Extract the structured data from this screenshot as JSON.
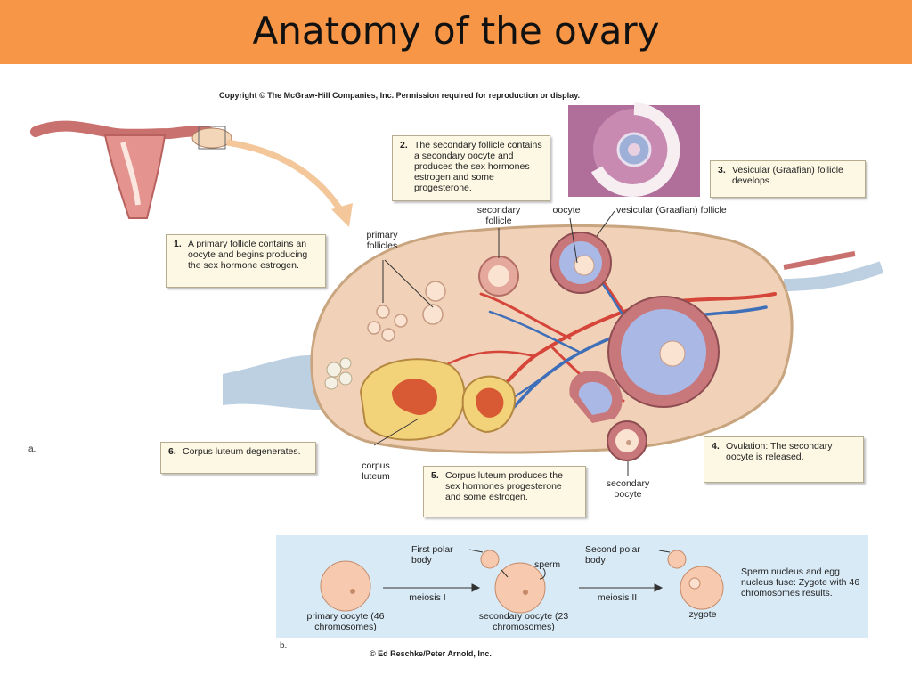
{
  "title": "Anatomy of the ovary",
  "copyright": "Copyright © The McGraw-Hill Companies, Inc. Permission required for reproduction or display.",
  "credit": "© Ed Reschke/Peter Arnold, Inc.",
  "panel_a": {
    "letter": "a.",
    "steps": [
      {
        "num": "1.",
        "text": "A primary follicle contains an oocyte and begins producing the sex hormone estrogen."
      },
      {
        "num": "2.",
        "text": "The secondary follicle contains a secondary oocyte and produces the sex hormones estrogen and some progesterone."
      },
      {
        "num": "3.",
        "text": "Vesicular (Graafian) follicle develops."
      },
      {
        "num": "4.",
        "text": "Ovulation: The secondary oocyte is released."
      },
      {
        "num": "5.",
        "text": "Corpus luteum produces the sex hormones progesterone and some estrogen."
      },
      {
        "num": "6.",
        "text": "Corpus luteum degenerates."
      }
    ],
    "labels": {
      "primary_follicles": "primary follicles",
      "secondary_follicle": "secondary follicle",
      "oocyte": "oocyte",
      "vesicular_follicle": "vesicular (Graafian) follicle",
      "corpus_luteum": "corpus luteum",
      "secondary_oocyte": "secondary oocyte"
    }
  },
  "panel_b": {
    "letter": "b.",
    "primary_oocyte": "primary oocyte (46 chromosomes)",
    "meiosis1": "meiosis I",
    "first_polar": "First polar body",
    "sperm": "sperm",
    "secondary_oocyte": "secondary oocyte (23 chromosomes)",
    "meiosis2": "meiosis II",
    "second_polar": "Second polar body",
    "zygote": "zygote",
    "fuse": "Sperm nucleus and egg nucleus fuse: Zygote with 46 chromosomes results."
  },
  "colors": {
    "title_bar": "#f79646",
    "ovary_tissue": "#f1d2b8",
    "follicle_fluid": "#aab8e6",
    "corpus_luteum": "#f3d37a",
    "box_fill": "#fdf8e4",
    "panel_b_bg": "#d8eaf6"
  }
}
